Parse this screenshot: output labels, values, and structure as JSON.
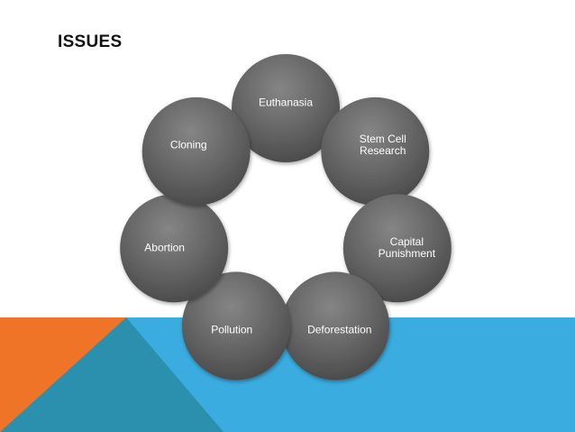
{
  "slide": {
    "title": "ISSUES"
  },
  "diagram": {
    "type": "cycle",
    "nodes": [
      {
        "id": "euthanasia",
        "label": "Euthanasia"
      },
      {
        "id": "stem-cell-research",
        "label": "Stem Cell\nResearch"
      },
      {
        "id": "capital-punishment",
        "label": "Capital\nPunishment"
      },
      {
        "id": "deforestation",
        "label": "Deforestation"
      },
      {
        "id": "pollution",
        "label": "Pollution"
      },
      {
        "id": "abortion",
        "label": "Abortion"
      },
      {
        "id": "cloning",
        "label": "Cloning"
      }
    ]
  },
  "colors": {
    "node_fill": "#6d6d6d",
    "node_fill_dark": "#4a4a4a",
    "connector": "#b8bcc2",
    "band_blue": "#3aace0",
    "band_orange": "#f07427",
    "band_teal": "#2b8fae"
  }
}
